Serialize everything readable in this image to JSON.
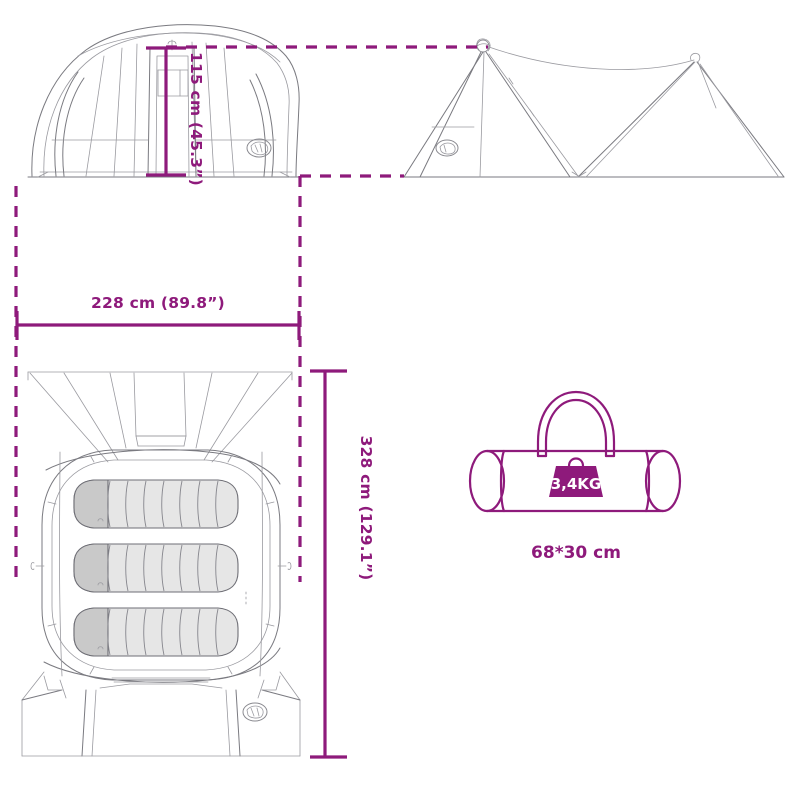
{
  "diagram": {
    "title": "Tent product dimension diagram",
    "background_color": "#ffffff",
    "accent_color": "#8e1a7b",
    "line_color": "#7a7a80"
  },
  "dimensions": {
    "height_label": "115 cm (45.3”)",
    "width_label": "228 cm (89.8”)",
    "depth_label": "328 cm (129.1”)",
    "height_cm": 115,
    "height_in": 45.3,
    "width_cm": 228,
    "width_in": 89.8,
    "depth_cm": 328,
    "depth_in": 129.1
  },
  "carry_bag": {
    "weight_label": "3,4KG",
    "weight_kg": 3.4,
    "size_label": "68*30 cm",
    "size_cm": "68*30"
  },
  "views": {
    "front_view": {
      "name": "tent-front-view",
      "description": "Dome tent front elevation with door panel and logo badge"
    },
    "side_view": {
      "name": "tent-side-view",
      "description": "Tent side elevation showing guy lines and poles"
    },
    "top_view": {
      "name": "tent-top-view",
      "description": "Tent floor plan with three sleeping bags"
    },
    "bag_view": {
      "name": "carry-bag-view",
      "description": "Cylindrical carry bag with handles and weight badge"
    }
  },
  "sleeping_bags": {
    "count": 3,
    "segments_per_bag": 8
  }
}
